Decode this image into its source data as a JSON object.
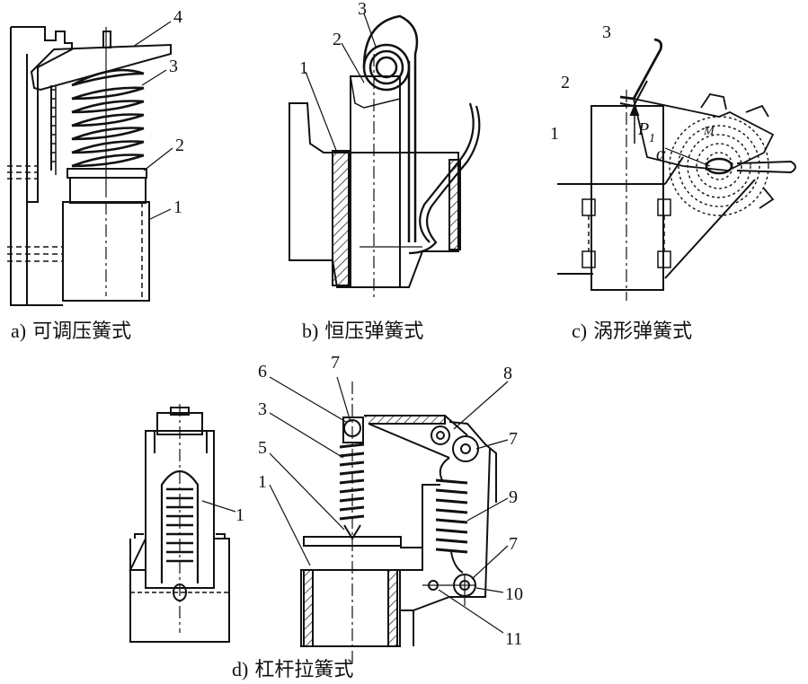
{
  "captions": {
    "a": {
      "tag": "a)",
      "text": "可调压簧式"
    },
    "b": {
      "tag": "b)",
      "text": "恒压弹簧式"
    },
    "c": {
      "tag": "c)",
      "text": "涡形弹簧式"
    },
    "d": {
      "tag": "d)",
      "text": "杠杆拉簧式"
    }
  },
  "labels": {
    "a": [
      "4",
      "3",
      "2",
      "1"
    ],
    "b": [
      "3",
      "2",
      "1"
    ],
    "c": [
      "3",
      "2",
      "1",
      "P",
      "1",
      "α",
      "M"
    ],
    "d_left": [
      "1"
    ],
    "d": [
      "7",
      "6",
      "3",
      "5",
      "1",
      "8",
      "7",
      "9",
      "7",
      "10",
      "11"
    ]
  },
  "colors": {
    "ink": "#111111",
    "background": "#ffffff"
  }
}
